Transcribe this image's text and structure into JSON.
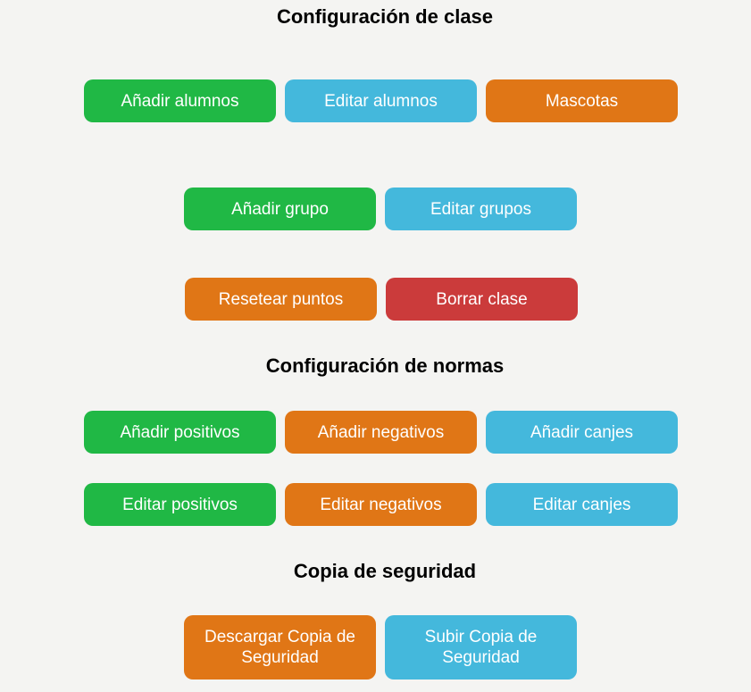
{
  "colors": {
    "background": "#f4f4f2",
    "green": "#20b845",
    "blue": "#44b8dc",
    "orange": "#e07616",
    "red": "#cb3b3b"
  },
  "class_config": {
    "title": "Configuración de clase",
    "students_row": [
      {
        "label": "Añadir alumnos",
        "color": "green"
      },
      {
        "label": "Editar alumnos",
        "color": "blue"
      },
      {
        "label": "Mascotas",
        "color": "orange"
      }
    ],
    "groups_row": [
      {
        "label": "Añadir grupo",
        "color": "green"
      },
      {
        "label": "Editar grupos",
        "color": "blue"
      }
    ],
    "danger_row": [
      {
        "label": "Resetear puntos",
        "color": "orange"
      },
      {
        "label": "Borrar clase",
        "color": "red"
      }
    ]
  },
  "rules_config": {
    "title": "Configuración de normas",
    "add_row": [
      {
        "label": "Añadir positivos",
        "color": "green"
      },
      {
        "label": "Añadir negativos",
        "color": "orange"
      },
      {
        "label": "Añadir canjes",
        "color": "blue"
      }
    ],
    "edit_row": [
      {
        "label": "Editar positivos",
        "color": "green"
      },
      {
        "label": "Editar negativos",
        "color": "orange"
      },
      {
        "label": "Editar canjes",
        "color": "blue"
      }
    ]
  },
  "backup": {
    "title": "Copia de seguridad",
    "buttons": [
      {
        "label": "Descargar Copia de Seguridad",
        "color": "orange"
      },
      {
        "label": "Subir Copia de Seguridad",
        "color": "blue"
      }
    ]
  }
}
